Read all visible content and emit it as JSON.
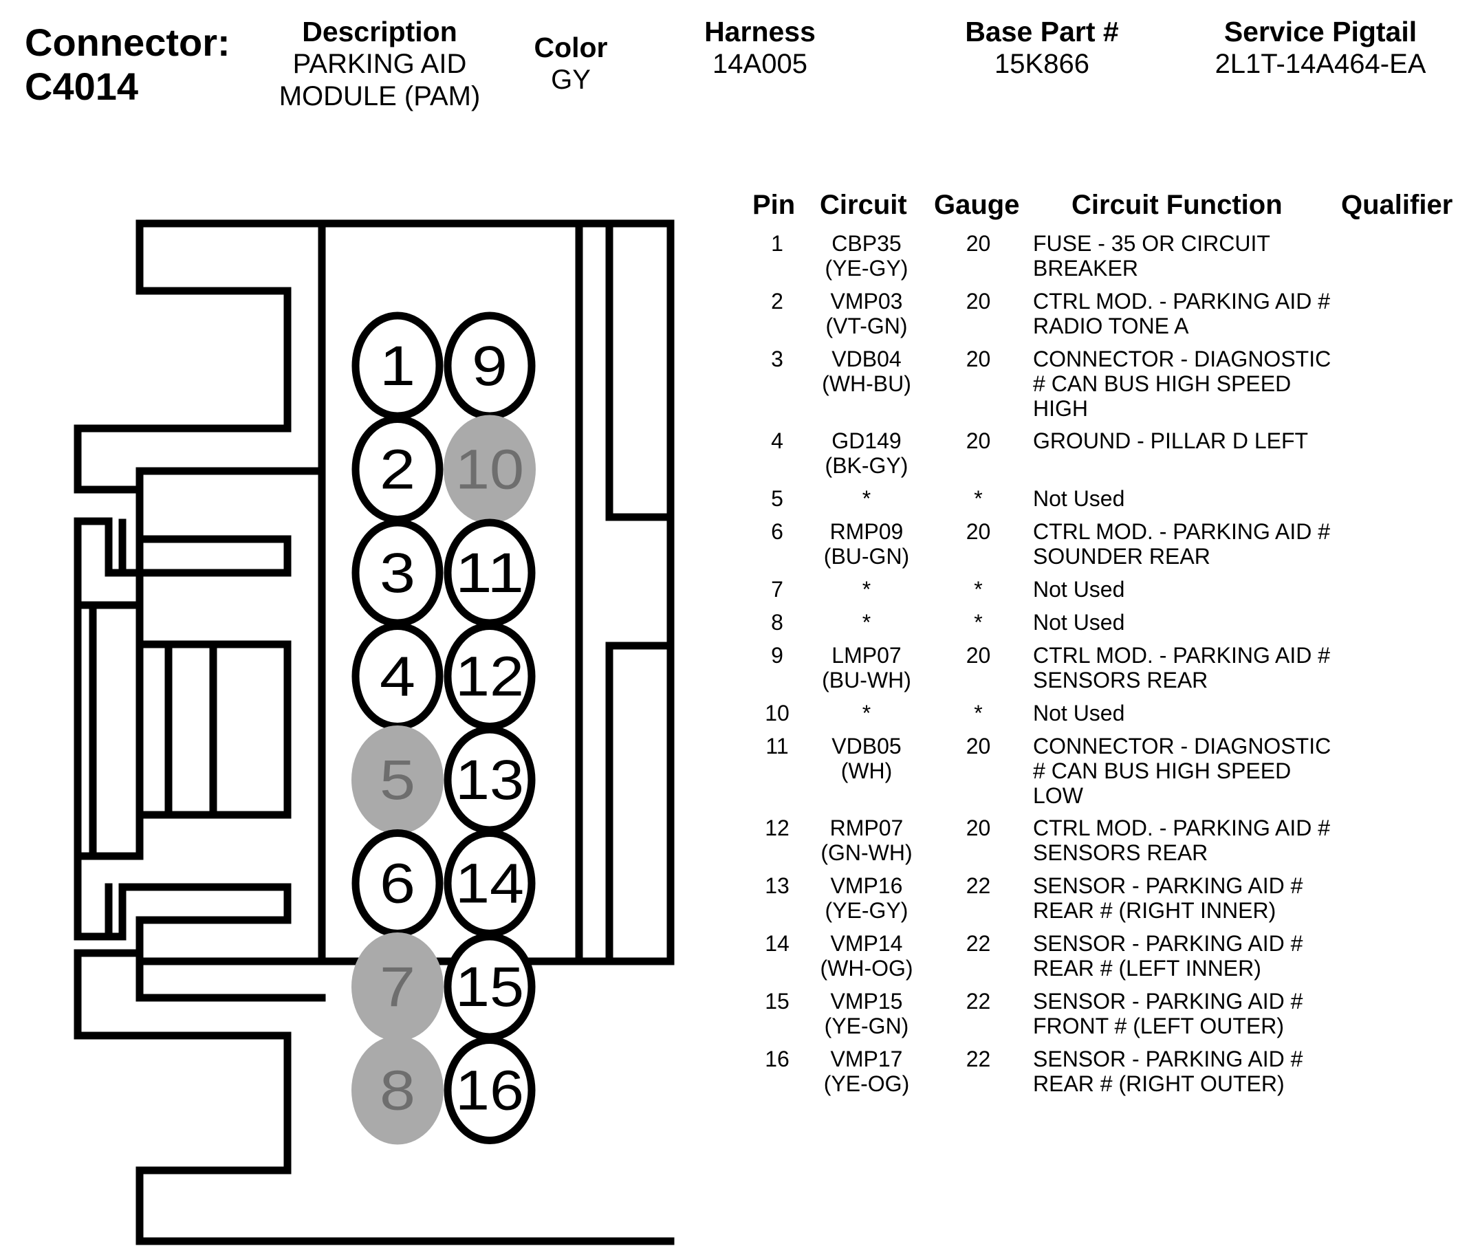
{
  "connector": {
    "title_label": "Connector:",
    "id": "C4014"
  },
  "header": {
    "description": {
      "label": "Description",
      "value": "PARKING AID\nMODULE (PAM)"
    },
    "color": {
      "label": "Color",
      "value": "GY"
    },
    "harness": {
      "label": "Harness",
      "value": "14A005"
    },
    "base_part": {
      "label": "Base Part #",
      "value": "15K866"
    },
    "service_pigtail": {
      "label": "Service Pigtail",
      "value": "2L1T-14A464-EA"
    }
  },
  "table": {
    "columns": [
      "Pin",
      "Circuit",
      "Gauge",
      "Circuit Function",
      "Qualifier"
    ],
    "rows": [
      {
        "pin": "1",
        "circuit": "CBP35\n(YE-GY)",
        "gauge": "20",
        "function": "FUSE - 35 OR CIRCUIT\nBREAKER",
        "qualifier": ""
      },
      {
        "pin": "2",
        "circuit": "VMP03\n(VT-GN)",
        "gauge": "20",
        "function": "CTRL MOD. - PARKING AID #\nRADIO TONE A",
        "qualifier": ""
      },
      {
        "pin": "3",
        "circuit": "VDB04\n(WH-BU)",
        "gauge": "20",
        "function": "CONNECTOR - DIAGNOSTIC\n# CAN BUS HIGH SPEED\nHIGH",
        "qualifier": ""
      },
      {
        "pin": "4",
        "circuit": "GD149\n(BK-GY)",
        "gauge": "20",
        "function": "GROUND - PILLAR D LEFT",
        "qualifier": ""
      },
      {
        "pin": "5",
        "circuit": "*",
        "gauge": "*",
        "function": "Not Used",
        "qualifier": ""
      },
      {
        "pin": "6",
        "circuit": "RMP09\n(BU-GN)",
        "gauge": "20",
        "function": "CTRL MOD. - PARKING AID #\nSOUNDER REAR",
        "qualifier": ""
      },
      {
        "pin": "7",
        "circuit": "*",
        "gauge": "*",
        "function": "Not Used",
        "qualifier": ""
      },
      {
        "pin": "8",
        "circuit": "*",
        "gauge": "*",
        "function": "Not Used",
        "qualifier": ""
      },
      {
        "pin": "9",
        "circuit": "LMP07\n(BU-WH)",
        "gauge": "20",
        "function": "CTRL MOD. - PARKING AID #\nSENSORS REAR",
        "qualifier": ""
      },
      {
        "pin": "10",
        "circuit": "*",
        "gauge": "*",
        "function": "Not Used",
        "qualifier": ""
      },
      {
        "pin": "11",
        "circuit": "VDB05\n(WH)",
        "gauge": "20",
        "function": "CONNECTOR - DIAGNOSTIC\n# CAN BUS HIGH SPEED\nLOW",
        "qualifier": ""
      },
      {
        "pin": "12",
        "circuit": "RMP07\n(GN-WH)",
        "gauge": "20",
        "function": "CTRL MOD. - PARKING AID #\nSENSORS REAR",
        "qualifier": ""
      },
      {
        "pin": "13",
        "circuit": "VMP16\n(YE-GY)",
        "gauge": "22",
        "function": "SENSOR - PARKING AID #\nREAR # (RIGHT INNER)",
        "qualifier": ""
      },
      {
        "pin": "14",
        "circuit": "VMP14\n(WH-OG)",
        "gauge": "22",
        "function": "SENSOR - PARKING AID #\nREAR # (LEFT INNER)",
        "qualifier": ""
      },
      {
        "pin": "15",
        "circuit": "VMP15\n(YE-GN)",
        "gauge": "22",
        "function": "SENSOR - PARKING AID #\nFRONT # (LEFT OUTER)",
        "qualifier": ""
      },
      {
        "pin": "16",
        "circuit": "VMP17\n(YE-OG)",
        "gauge": "22",
        "function": "SENSOR - PARKING AID #\nREAR # (RIGHT OUTER)",
        "qualifier": ""
      }
    ]
  },
  "diagram": {
    "pins": [
      {
        "label": "1",
        "used": true
      },
      {
        "label": "2",
        "used": true
      },
      {
        "label": "3",
        "used": true
      },
      {
        "label": "4",
        "used": true
      },
      {
        "label": "5",
        "used": false
      },
      {
        "label": "6",
        "used": true
      },
      {
        "label": "7",
        "used": false
      },
      {
        "label": "8",
        "used": false
      },
      {
        "label": "9",
        "used": true
      },
      {
        "label": "10",
        "used": false
      },
      {
        "label": "11",
        "used": true
      },
      {
        "label": "12",
        "used": true
      },
      {
        "label": "13",
        "used": true
      },
      {
        "label": "14",
        "used": true
      },
      {
        "label": "15",
        "used": true
      },
      {
        "label": "16",
        "used": true
      }
    ],
    "colors": {
      "line": "#000000",
      "unused_fill": "#aaaaaa",
      "unused_text": "#6e6e6e",
      "used_fill": "#ffffff"
    }
  }
}
